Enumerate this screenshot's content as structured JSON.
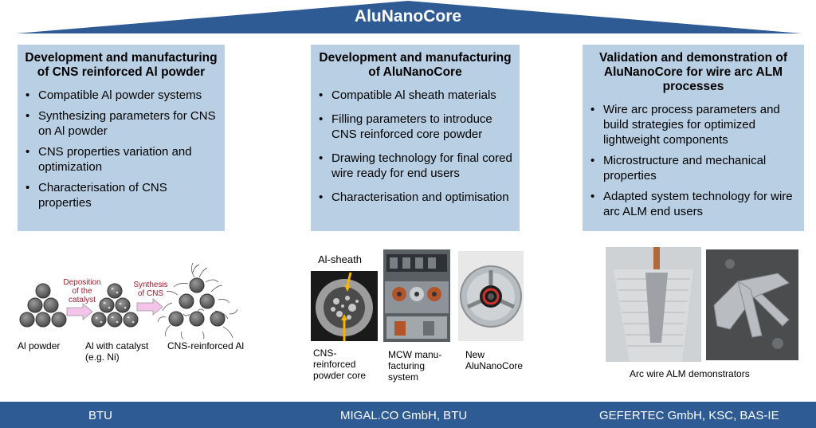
{
  "title": "AluNanoCore",
  "columns": [
    {
      "heading": "Development and manufacturing of CNS reinforced Al powder",
      "bullets": [
        "Compatible Al powder systems",
        "Synthesizing parameters for CNS on Al powder",
        "CNS properties variation and optimization",
        "Characterisation of CNS properties"
      ]
    },
    {
      "heading": "Development and manufacturing of AluNanoCore",
      "bullets": [
        "Compatible Al sheath materials",
        "Filling parameters to introduce CNS reinforced core powder",
        "Drawing technology for final cored wire ready for end users",
        "Characterisation and optimisation"
      ]
    },
    {
      "heading": "Validation and demonstration of AluNanoCore for wire arc ALM processes",
      "bullets": [
        "Wire arc process parameters and build strategies for optimized lightweight components",
        "Microstructure and mechanical properties",
        "Adapted system technology for wire arc ALM end users"
      ]
    }
  ],
  "process": {
    "arrow1": "Deposition of the catalyst",
    "arrow2": "Synthesis of CNS",
    "label1": "Al powder",
    "label2": "Al with catalyst (e.g. Ni)",
    "label3": "CNS-reinforced Al"
  },
  "wire_images": {
    "sheath_label": "Al-sheath",
    "core_caption": "CNS-reinforced powder core",
    "mcw_caption": "MCW manu-facturing system",
    "new_caption": "New AluNanoCore"
  },
  "alm_caption": "Arc wire ALM demonstrators",
  "footer": {
    "left": "BTU",
    "center": "MIGAL.CO GmbH, BTU",
    "right": "GEFERTEC GmbH, KSC, BAS-IE"
  },
  "colors": {
    "navy": "#2f5b95",
    "box": "#b9cfe4",
    "arrow": "#f3c3ea",
    "red_text": "#a3192c",
    "yellow_arrow": "#f5b400"
  }
}
